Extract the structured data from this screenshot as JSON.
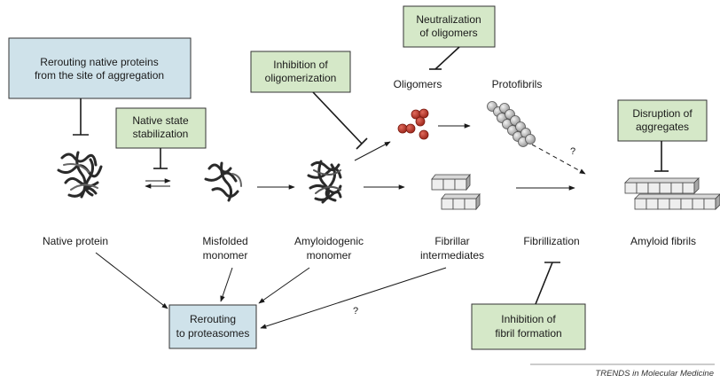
{
  "colors": {
    "blue_box": "#cfe2ea",
    "green_box": "#d5e8c8",
    "oligomer_red": "#c0392b",
    "bead_gray": "#c8c8c8",
    "line": "#1a1a1a"
  },
  "boxes": {
    "rerouting_native": [
      "Rerouting native proteins",
      "from the site of aggregation"
    ],
    "native_state": [
      "Native state",
      "stabilization"
    ],
    "inhibition_oligo": [
      "Inhibition of",
      "oligomerization"
    ],
    "neutralization": [
      "Neutralization",
      "of oligomers"
    ],
    "disruption": [
      "Disruption of",
      "aggregates"
    ],
    "inhibition_fibril": [
      "Inhibition of",
      "fibril formation"
    ],
    "rerouting_proteasomes": [
      "Rerouting",
      "to proteasomes"
    ]
  },
  "labels": {
    "native_protein": [
      "Native protein"
    ],
    "misfolded": [
      "Misfolded",
      "monomer"
    ],
    "amyloidogenic": [
      "Amyloidogenic",
      "monomer"
    ],
    "fibrillar": [
      "Fibrillar",
      "intermediates"
    ],
    "fibrillization": [
      "Fibrillization"
    ],
    "amyloid_fibrils": [
      "Amyloid fibrils"
    ],
    "oligomers": [
      "Oligomers"
    ],
    "protofibrils": [
      "Protofibrils"
    ]
  },
  "question_mark": "?",
  "footer": "TRENDS in Molecular Medicine"
}
